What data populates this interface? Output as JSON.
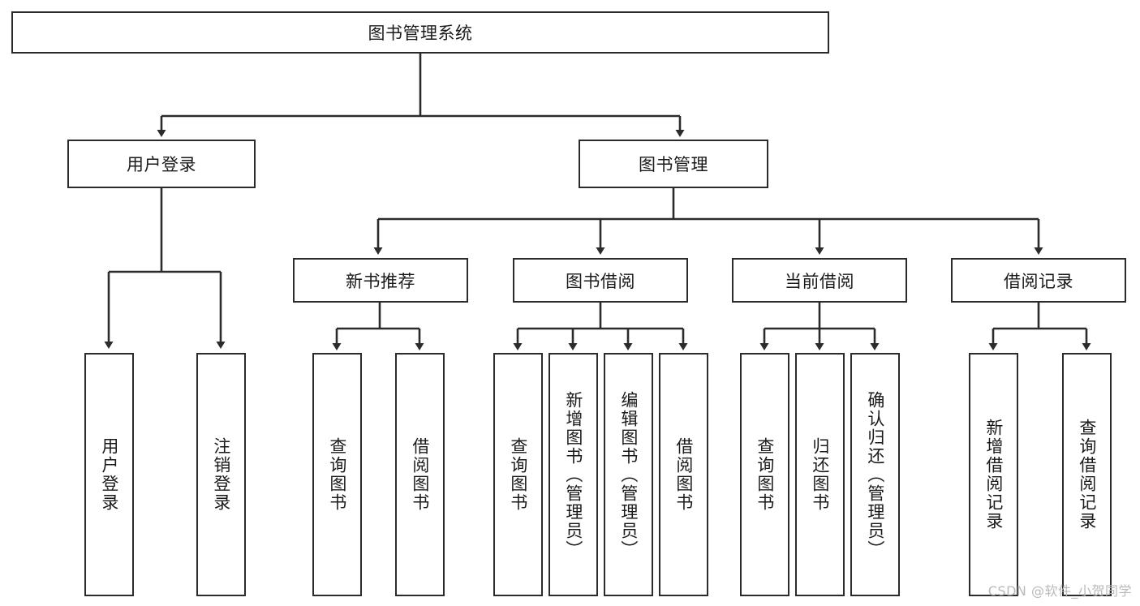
{
  "diagram": {
    "type": "tree-hierarchy-flowchart",
    "title": "图书管理系统",
    "watermark": "CSDN @软件_小贺同学",
    "colors": {
      "stroke": "#2b2b2b",
      "fill": "#ffffff",
      "text": "#1a1a1a",
      "watermark": "#b9b9b9"
    },
    "nodes": {
      "root": {
        "label": "图书管理系统"
      },
      "level2": [
        {
          "id": "user-login",
          "label": "用户登录"
        },
        {
          "id": "book-manage",
          "label": "图书管理"
        }
      ],
      "level3": [
        {
          "id": "new-book-recommend",
          "label": "新书推荐"
        },
        {
          "id": "book-borrow",
          "label": "图书借阅"
        },
        {
          "id": "current-borrow",
          "label": "当前借阅"
        },
        {
          "id": "borrow-record",
          "label": "借阅记录"
        }
      ],
      "leaves": {
        "user-login": [
          {
            "id": "leaf-user-login",
            "label": "用户登录"
          },
          {
            "id": "leaf-user-logout",
            "label": "注销登录"
          }
        ],
        "new-book-recommend": [
          {
            "id": "leaf-query-book-1",
            "label": "查询图书"
          },
          {
            "id": "leaf-borrow-book-1",
            "label": "借阅图书"
          }
        ],
        "book-borrow": [
          {
            "id": "leaf-query-book-2",
            "label": "查询图书"
          },
          {
            "id": "leaf-add-book",
            "label": "新增图书（管理员）"
          },
          {
            "id": "leaf-edit-book",
            "label": "编辑图书（管理员）"
          },
          {
            "id": "leaf-borrow-book-2",
            "label": "借阅图书"
          }
        ],
        "current-borrow": [
          {
            "id": "leaf-query-book-3",
            "label": "查询图书"
          },
          {
            "id": "leaf-return-book",
            "label": "归还图书"
          },
          {
            "id": "leaf-confirm-return",
            "label": "确认归还（管理员）"
          }
        ],
        "borrow-record": [
          {
            "id": "leaf-add-record",
            "label": "新增借阅记录"
          },
          {
            "id": "leaf-query-record",
            "label": "查询借阅记录"
          }
        ]
      }
    }
  }
}
